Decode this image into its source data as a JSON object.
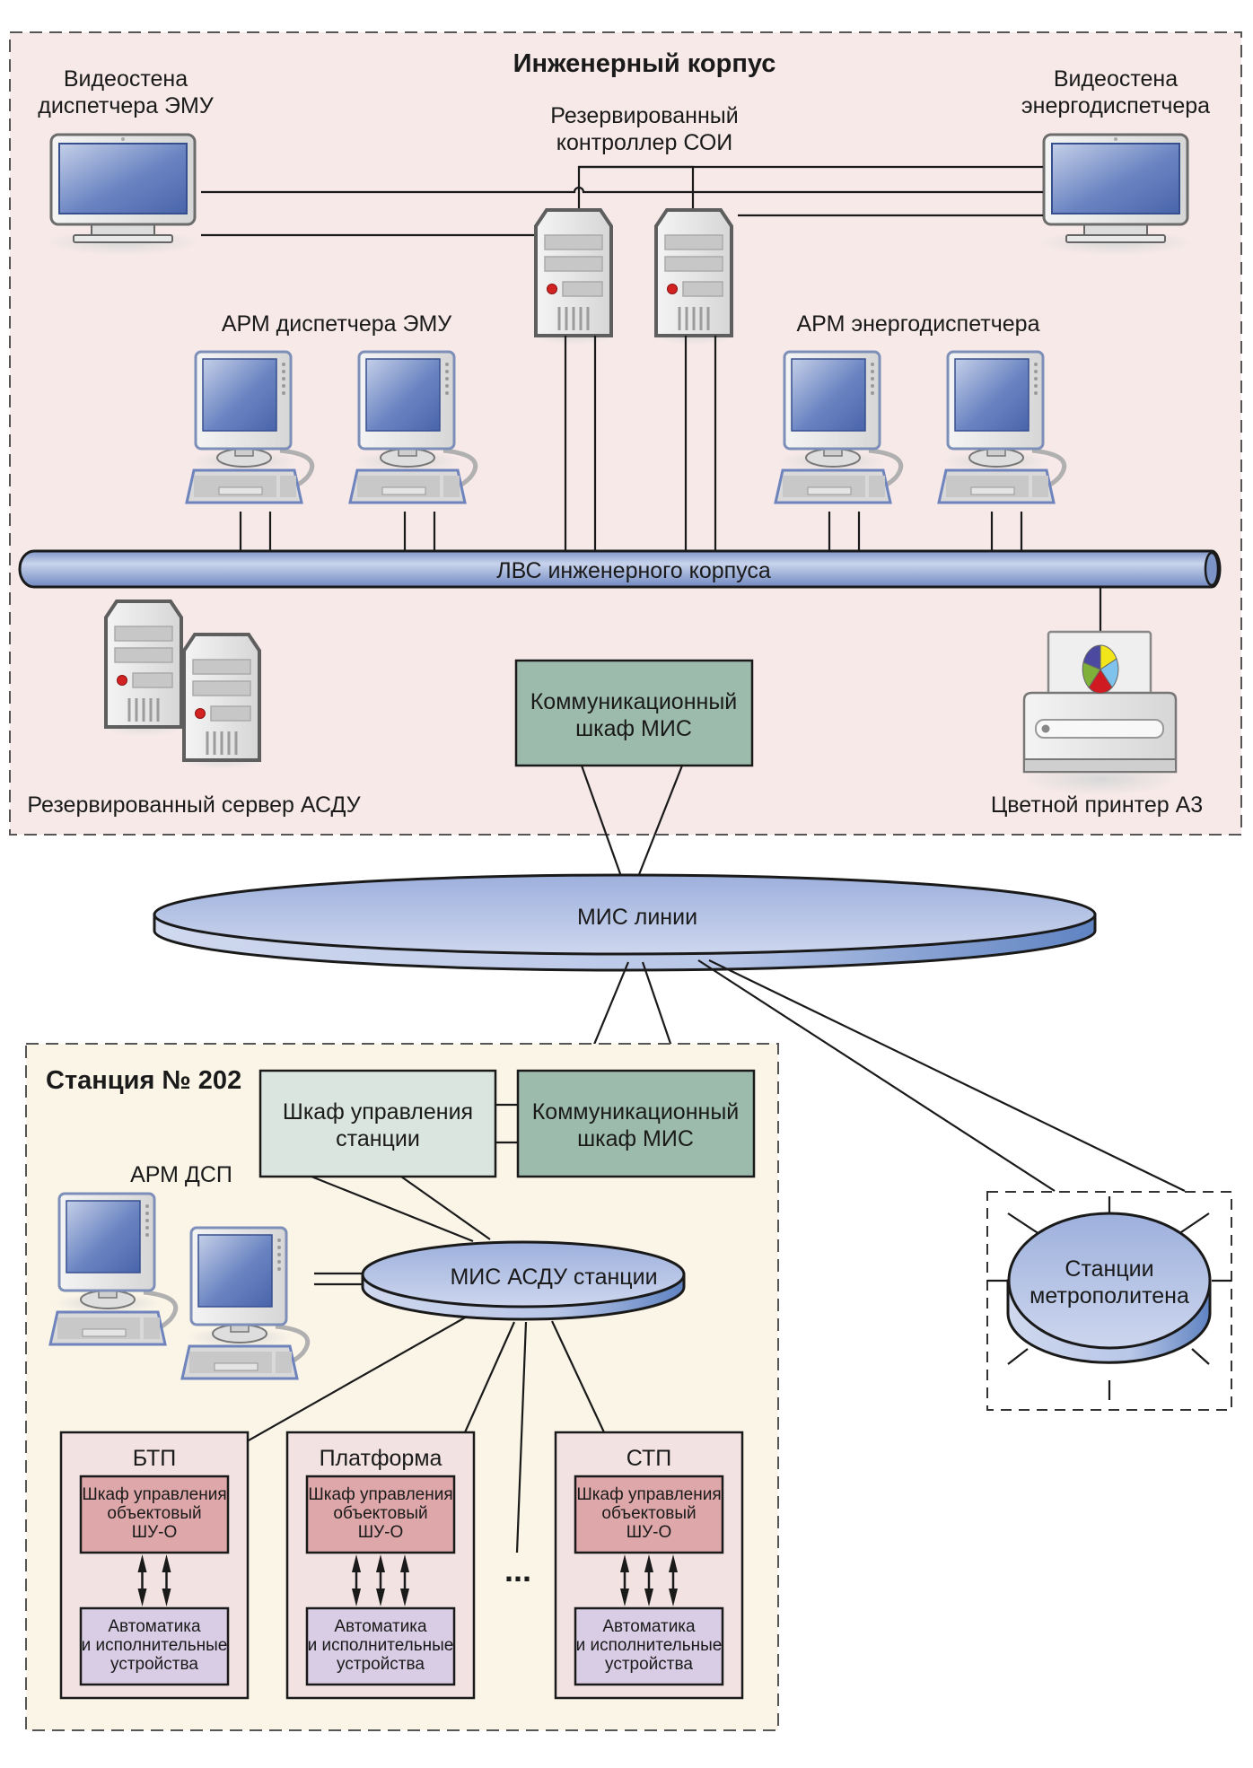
{
  "colors": {
    "engineering_bg": "#f6e9e8",
    "station_bg": "#fbf5e8",
    "comm_cabinet": "#9cbbad",
    "station_cabinet": "#dbe5df",
    "object_cabinet": "#dea8aa",
    "automation_box": "#d9cde5",
    "subsystem_bg": "#f3e2e2",
    "network_blue": "#a9b9df",
    "screen_blue": "#4d68b0"
  },
  "engineering_building": {
    "title": "Инженерный корпус",
    "videowall_emu": [
      "Видеостена",
      "диспетчера ЭМУ"
    ],
    "videowall_energy": [
      "Видеостена",
      "энергодиспетчера"
    ],
    "controller": [
      "Резервированный",
      "контроллер СОИ"
    ],
    "arm_emu": "АРМ диспетчера ЭМУ",
    "arm_energy": "АРМ энергодиспетчера",
    "lan": "ЛВС инженерного корпуса",
    "server": "Резервированный сервер АСДУ",
    "comm_cabinet": [
      "Коммуникационный",
      "шкаф МИС"
    ],
    "printer": "Цветной принтер А3"
  },
  "line_network": "МИС линии",
  "station": {
    "title": "Станция № 202",
    "control_cabinet": [
      "Шкаф управления",
      "станции"
    ],
    "comm_cabinet": [
      "Коммуникационный",
      "шкаф МИС"
    ],
    "arm": "АРМ ДСП",
    "network": "МИС АСДУ станции",
    "ellipsis": "...",
    "subsystems": [
      {
        "title": "БТП",
        "cabinet": [
          "Шкаф управления",
          "объектовый",
          "ШУ-О"
        ],
        "devices": [
          "Автоматика",
          "и исполнительные",
          "устройства"
        ],
        "links": 2
      },
      {
        "title": "Платформа",
        "cabinet": [
          "Шкаф управления",
          "объектовый",
          "ШУ-О"
        ],
        "devices": [
          "Автоматика",
          "и исполнительные",
          "устройства"
        ],
        "links": 3
      },
      {
        "title": "СТП",
        "cabinet": [
          "Шкаф управления",
          "объектовый",
          "ШУ-О"
        ],
        "devices": [
          "Автоматика",
          "и исполнительные",
          "устройства"
        ],
        "links": 3
      }
    ]
  },
  "metro_stations": [
    "Станции",
    "метрополитена"
  ]
}
